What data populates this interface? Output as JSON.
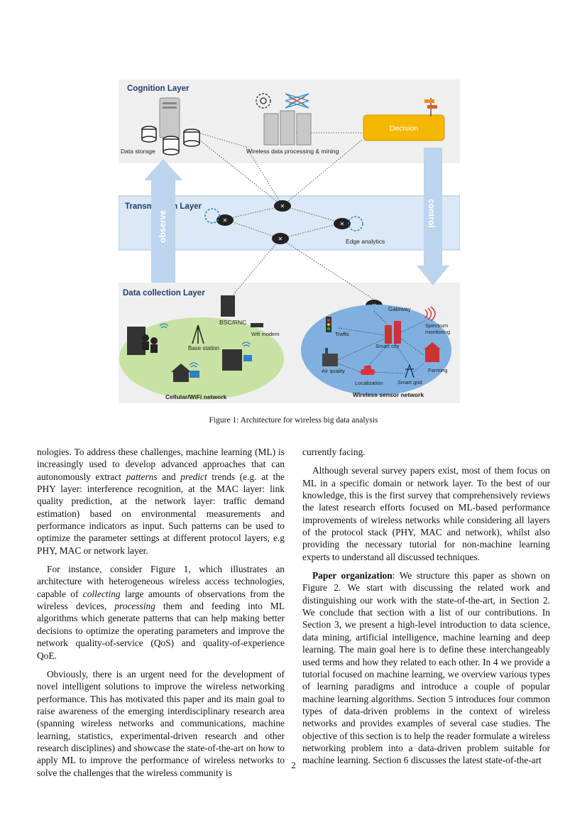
{
  "figure": {
    "layers": {
      "cognition": "Cognition Layer",
      "transmission": "Transmission Layer",
      "collection": "Data collection Layer"
    },
    "labels": {
      "data_storage": "Data storage",
      "wireless_processing": "Wireless data processing & mining",
      "decision": "Decision",
      "observe": "observe",
      "control": "control",
      "edge_analytics": "Edge analytics",
      "bsc_rnc": "BSC/RNC",
      "wifi_modem": "Wifi modem",
      "base_station": "Base station",
      "cellular_wifi": "Cellular/WiFi network",
      "gateway": "Gateway",
      "traffic": "Traffic",
      "spectrum_monitoring_1": "Spectrum",
      "spectrum_monitoring_2": "monitoring",
      "smart_city": "Smart city",
      "air_quality": "Air quality",
      "farming": "Farming",
      "localization": "Localization",
      "smart_grid": "Smart grid",
      "wsn": "Wireless sensor network"
    },
    "colors": {
      "cognition_bg": "#efefef",
      "transmission_bg": "#dbe8f5",
      "decision": "#f5b700",
      "arrow": "#bcd4ec",
      "cellular_bg": "#c8e2a4",
      "wsn_bg": "#7fb0df"
    }
  },
  "caption": "Figure 1: Architecture for wireless big data analysis",
  "left_column": {
    "p1": {
      "a": "nologies. To address these challenges, machine learning (ML) is increasingly used to develop advanced approaches that can autonomously extract ",
      "e1": "patterns",
      "b": " and ",
      "e2": "predict",
      "c": " trends (e.g. at the PHY layer: interference recognition, at the MAC layer: link quality prediction, at the network layer: traffic demand estimation) based on environmental measurements and performance indicators as input. Such patterns can be used to optimize the parameter settings at different protocol layers, e.g PHY, MAC or network layer."
    },
    "p2": {
      "a": "For instance, consider Figure 1, which illustrates an architecture with heterogeneous wireless access technologies, capable of ",
      "e1": "collecting",
      "b": " large amounts of observations from the wireless devices, ",
      "e2": "processing",
      "c": " them and feeding into ML algorithms which generate patterns that can help making better decisions to optimize the operating parameters and improve the network quality-of-service (QoS) and quality-of-experience QoE."
    },
    "p3": "Obviously, there is an urgent need for the development of novel intelligent solutions to improve the wireless networking performance. This has motivated this paper and its main goal to raise awareness of the emerging interdisciplinary research area (spanning wireless networks and communications, machine learning, statistics, experimental-driven research and other research disciplines) and showcase the state-of-the-art on how to apply ML to improve the performance of wireless networks to solve the challenges that the wireless community is"
  },
  "right_column": {
    "p0": "currently facing.",
    "p1": "Although several survey papers exist, most of them focus on ML in a specific domain or network layer. To the best of our knowledge, this is the first survey that comprehensively reviews the latest research efforts focused on ML-based performance improvements of wireless networks while considering all layers of the protocol stack (PHY, MAC and network), whilst also providing the necessary tutorial for non-machine learning experts to understand all discussed techniques.",
    "p2_bold": "Paper organization",
    "p2": ": We structure this paper as shown on Figure 2. We start with discussing the related work and distinguishing our work with the state-of-the-art, in Section 2. We conclude that section with a list of our contributions. In Section 3, we present a high-level introduction to data science, data mining, artificial intelligence, machine learning and deep learning. The main goal here is to define these interchangeably used terms and how they related to each other. In 4 we provide a tutorial focused on machine learning, we overview various types of learning paradigms and introduce a couple of popular machine learning algorithms. Section 5 introduces four common types of data-driven problems in the context of wireless networks and provides examples of several case studies. The objective of this section is to help the reader formulate a wireless networking problem into a data-driven problem suitable for machine learning. Section 6 discusses the latest state-of-the-art"
  },
  "page_number": "2"
}
